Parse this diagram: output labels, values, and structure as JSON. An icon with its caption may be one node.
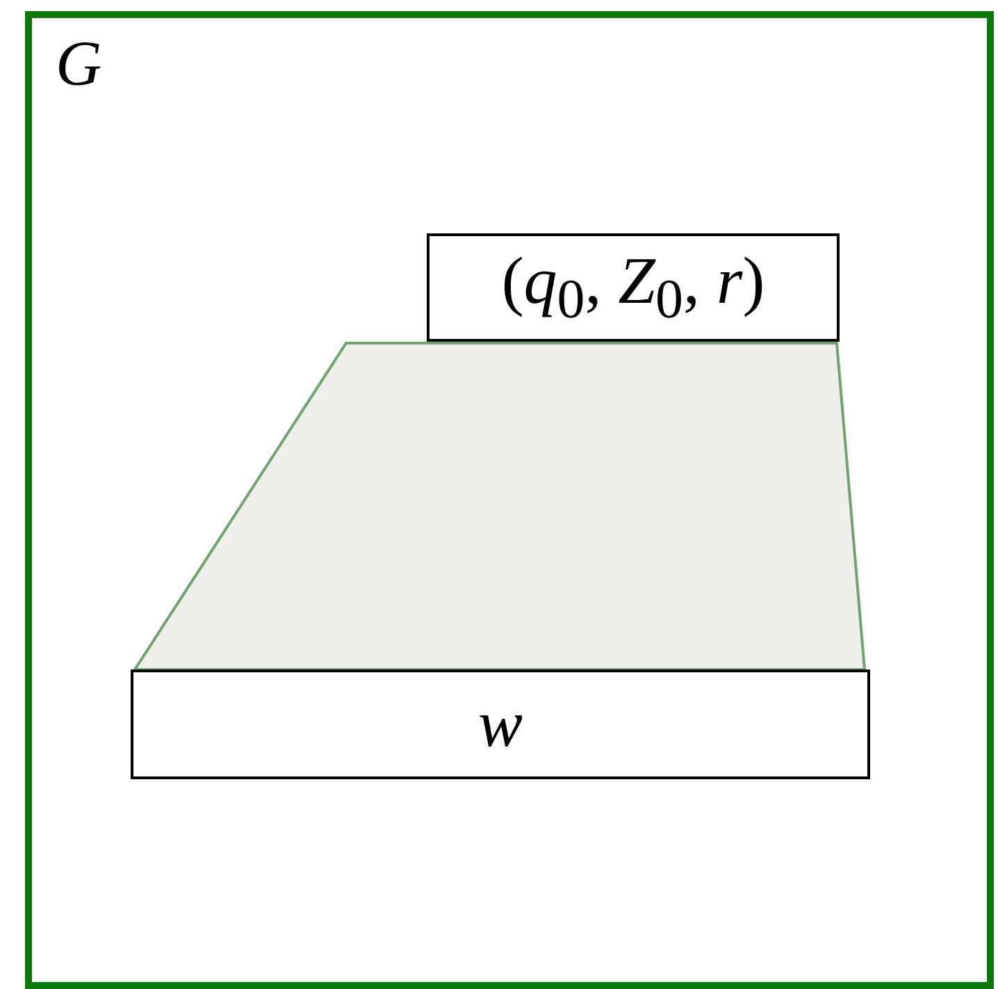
{
  "diagram": {
    "nodes": [
      {
        "text": [
          "G"
        ]
      },
      {
        "text": [
          "(*q*$_{0}$, *Z*$_{0}$, *r*)"
        ],
        "in": 0
      },
      {
        "text": [],
        "shape": "trapezoid",
        "in": 0
      },
      {
        "text": [
          "w"
        ],
        "in": 0
      }
    ]
  }
}
